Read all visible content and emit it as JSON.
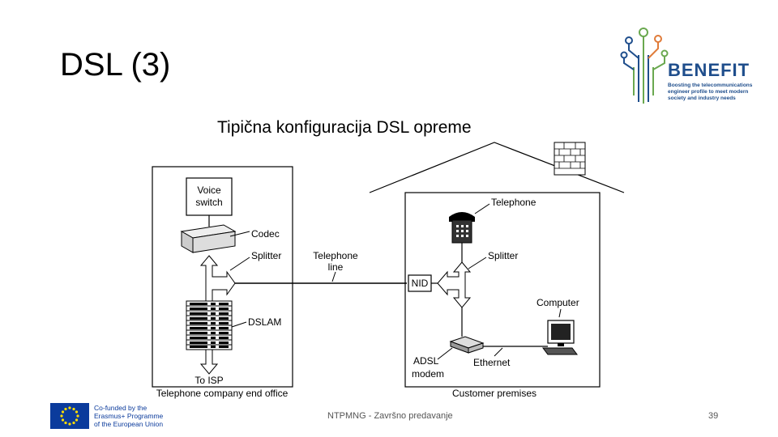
{
  "slide": {
    "title": "DSL (3)",
    "subtitle": "Tipična konfiguracija DSL opreme",
    "footer": "NTPMNG - Završno predavanje",
    "page_number": "39"
  },
  "logo": {
    "name": "BENEFIT",
    "tagline_1": "Boosting the telecommunications",
    "tagline_2": "engineer profile to meet modern",
    "tagline_3": "society and industry needs",
    "color_primary": "#1f4e8c",
    "color_accent": "#6aa84f"
  },
  "eu_logo": {
    "line_1": "Co-funded by the",
    "line_2": "Erasmus+ Programme",
    "line_3": "of the European Union",
    "flag_color": "#0b3b9c",
    "star_color": "#ffdd00"
  },
  "diagram": {
    "voice_switch_1": "Voice",
    "voice_switch_2": "switch",
    "codec": "Codec",
    "splitter_office": "Splitter",
    "dslam": "DSLAM",
    "to_isp": "To ISP",
    "office_caption": "Telephone company end office",
    "telephone_line_1": "Telephone",
    "telephone_line_2": "line",
    "nid": "NID",
    "telephone": "Telephone",
    "splitter_home": "Splitter",
    "computer": "Computer",
    "ethernet": "Ethernet",
    "adsl_modem_1": "ADSL",
    "adsl_modem_2": "modem",
    "premises_caption": "Customer premises"
  }
}
